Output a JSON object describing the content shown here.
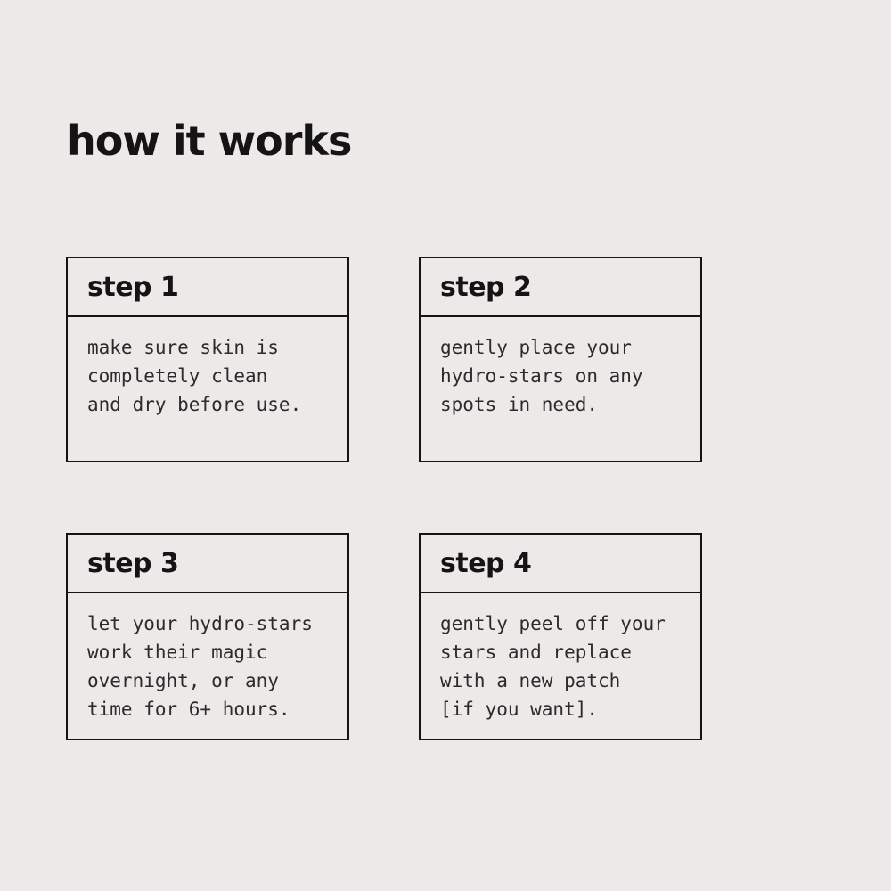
{
  "page": {
    "background": "#EDE9E9",
    "border_color": "#141414",
    "title": "how it works"
  },
  "steps": [
    {
      "label": "step 1",
      "body": "make sure skin is\ncompletely clean\nand dry before use."
    },
    {
      "label": "step 2",
      "body": "gently place your\nhydro-stars on any\nspots in need."
    },
    {
      "label": "step 3",
      "body": "let your hydro-stars\nwork their magic\novernight, or any\ntime for 6+ hours."
    },
    {
      "label": "step 4",
      "body": "gently peel off your\nstars and replace\nwith a new patch\n[if you want]."
    }
  ]
}
